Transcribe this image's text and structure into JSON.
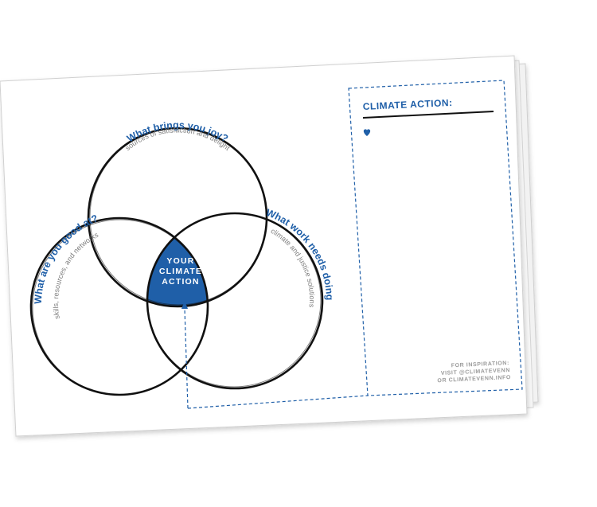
{
  "colors": {
    "accent": "#1f5fa8",
    "ink": "#111111",
    "paper": "#ffffff",
    "muted": "#7d7d7d"
  },
  "venn": {
    "top": {
      "title": "What brings you joy?",
      "subtitle": "sources of satisfaction and delight"
    },
    "left": {
      "title": "What are you good at?",
      "subtitle": "skills, resources, and networks"
    },
    "right": {
      "title": "What work needs doing?",
      "subtitle": "climate and justice solutions"
    },
    "center": {
      "line1": "YOUR",
      "line2": "CLIMATE",
      "line3": "ACTION"
    }
  },
  "panel": {
    "heading": "CLIMATE ACTION:",
    "bullet_icon": "heart-icon",
    "inspiration": {
      "line1": "FOR INSPIRATION:",
      "line2": "VISIT @CLIMATEVENN",
      "line3": "OR CLIMATEVENN.INFO"
    }
  }
}
